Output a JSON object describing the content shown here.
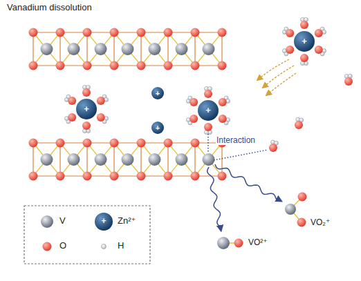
{
  "diagram": {
    "title": "Vanadium dissolution",
    "labels": [
      "+",
      "+",
      "+",
      "+",
      "+",
      "Interaction",
      "VO²⁺",
      "VO₂⁺",
      "+"
    ],
    "legend": [
      {
        "text": "V"
      },
      {
        "text": "Zn²⁺"
      },
      {
        "text": "O"
      },
      {
        "text": "H"
      }
    ]
  }
}
